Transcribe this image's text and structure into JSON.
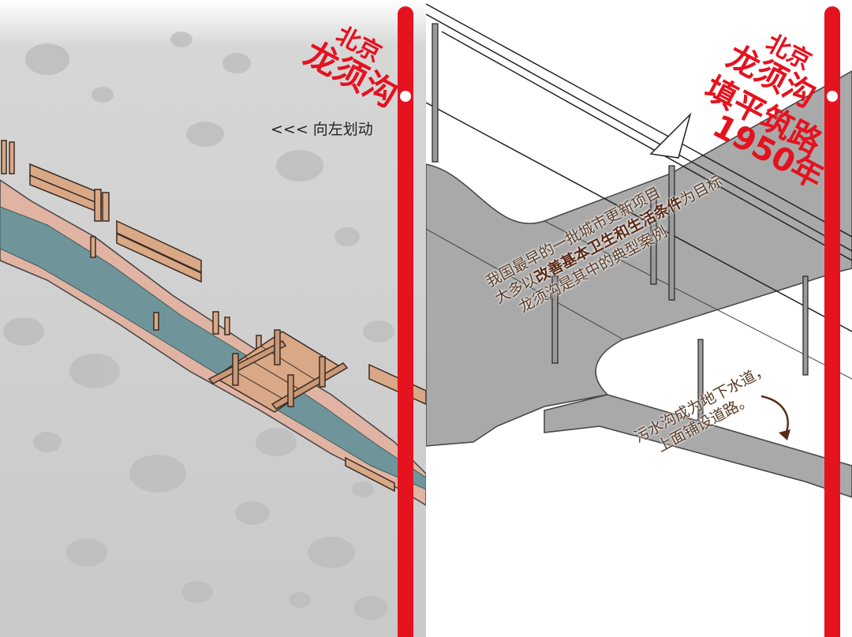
{
  "left": {
    "location": "北京",
    "name": "龙须沟",
    "swipe_hint": "<<< 向左划动"
  },
  "right": {
    "location": "北京",
    "name": "龙须沟",
    "action": "填平筑路",
    "year": "1950年",
    "callout": {
      "line1": "我国最早的一批城市更新项目",
      "line2_pre": "大多以",
      "line2_bold": "改善基本卫生和生活条件",
      "line2_post": "为目标",
      "line3": "龙须沟是其中的典型案例"
    },
    "caption": {
      "line1": "污水沟成为地下水道，",
      "line2": "上面铺设道路。"
    }
  },
  "colors": {
    "accent_red": "#e5121f",
    "water": "#6f959a",
    "bank": "#e0b3a3",
    "wood": "#d8a887",
    "road": "#a9a9a9",
    "text_brown": "#5a3b26"
  }
}
